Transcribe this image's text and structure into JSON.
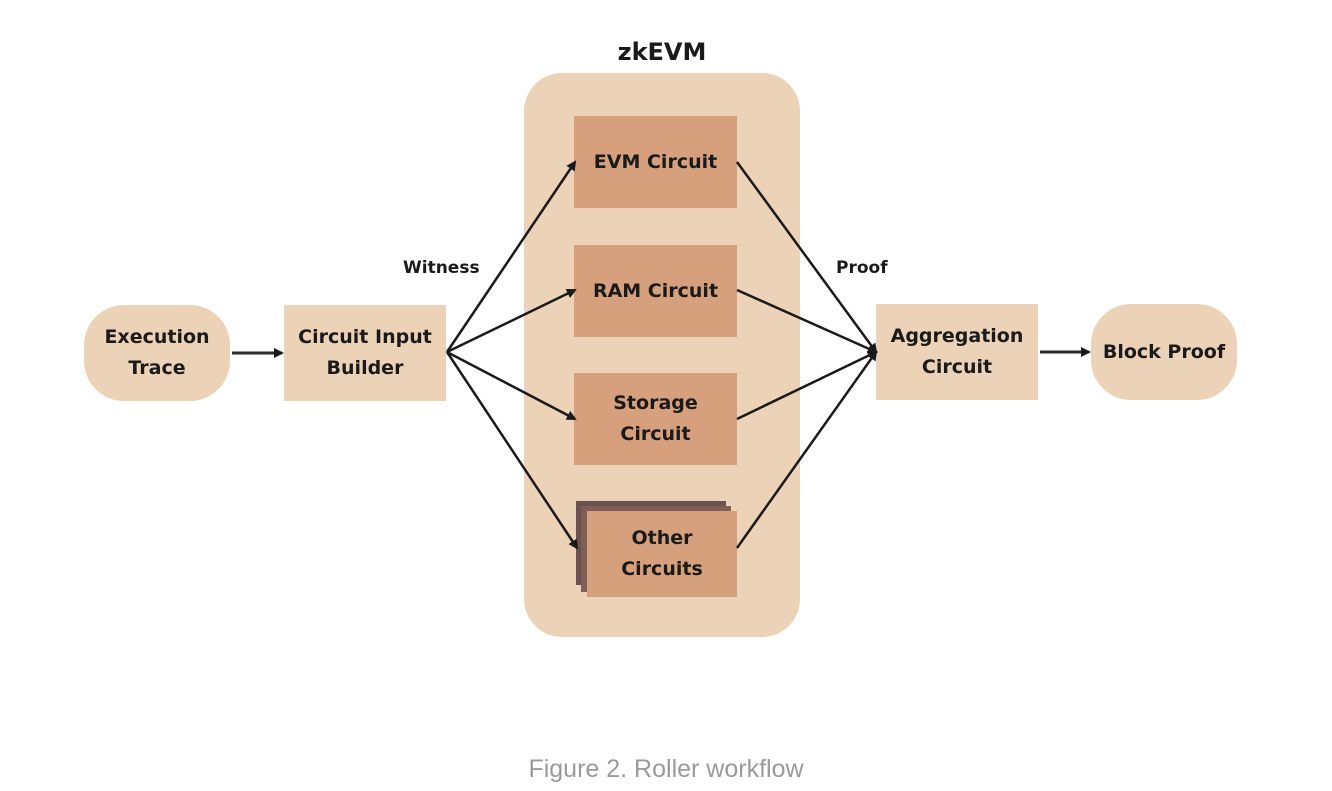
{
  "diagram": {
    "group": {
      "title": "zkEVM"
    },
    "nodes": {
      "execution_trace": "Execution\nTrace",
      "circuit_input_builder": "Circuit Input\nBuilder",
      "evm_circuit": "EVM Circuit",
      "ram_circuit": "RAM Circuit",
      "storage_circuit": "Storage\nCircuit",
      "other_circuits": "Other\nCircuits",
      "aggregation_circuit": "Aggregation\nCircuit",
      "block_proof": "Block Proof"
    },
    "edge_labels": {
      "witness": "Witness",
      "proof": "Proof"
    },
    "edges": [
      {
        "from": "Execution Trace",
        "to": "Circuit Input Builder"
      },
      {
        "from": "Circuit Input Builder",
        "to": "EVM Circuit",
        "label": "Witness"
      },
      {
        "from": "Circuit Input Builder",
        "to": "RAM Circuit",
        "label": "Witness"
      },
      {
        "from": "Circuit Input Builder",
        "to": "Storage Circuit",
        "label": "Witness"
      },
      {
        "from": "Circuit Input Builder",
        "to": "Other Circuits",
        "label": "Witness"
      },
      {
        "from": "EVM Circuit",
        "to": "Aggregation Circuit",
        "label": "Proof"
      },
      {
        "from": "RAM Circuit",
        "to": "Aggregation Circuit",
        "label": "Proof"
      },
      {
        "from": "Storage Circuit",
        "to": "Aggregation Circuit",
        "label": "Proof"
      },
      {
        "from": "Other Circuits",
        "to": "Aggregation Circuit",
        "label": "Proof"
      },
      {
        "from": "Aggregation Circuit",
        "to": "Block Proof"
      }
    ],
    "colors": {
      "light_fill": "#ecd2b6",
      "dark_fill": "#d6a07c",
      "stack_shadow": "#6b5250",
      "arrow": "#1a1a1a",
      "caption": "#9a9a9a"
    }
  },
  "caption": "Figure 2. Roller workflow"
}
